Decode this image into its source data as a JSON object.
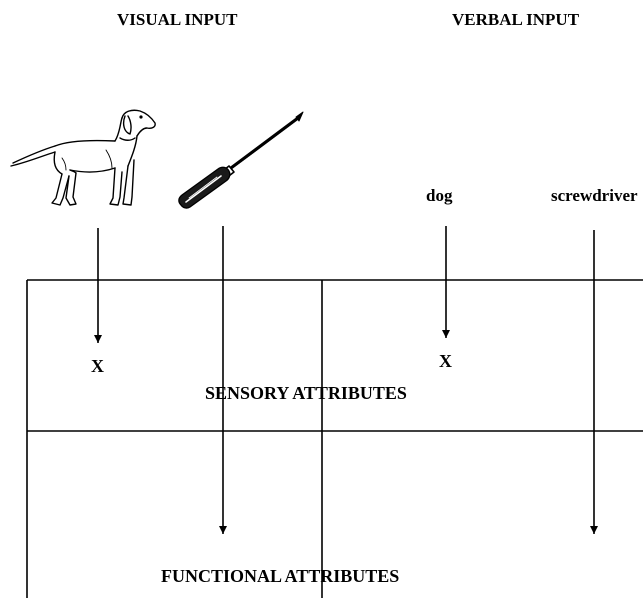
{
  "headers": {
    "visual": "VISUAL INPUT",
    "verbal": "VERBAL INPUT"
  },
  "pictures": {
    "dog": "dog-icon",
    "screwdriver": "screwdriver-icon"
  },
  "words": {
    "dog": "dog",
    "screwdriver": "screwdriver"
  },
  "marks": {
    "visual": "X",
    "verbal": "X"
  },
  "regions": {
    "sensory": "SENSORY ATTRIBUTES",
    "functional": "FUNCTIONAL ATTRIBUTES"
  },
  "colors": {
    "ink": "#000000",
    "background": "#ffffff"
  }
}
